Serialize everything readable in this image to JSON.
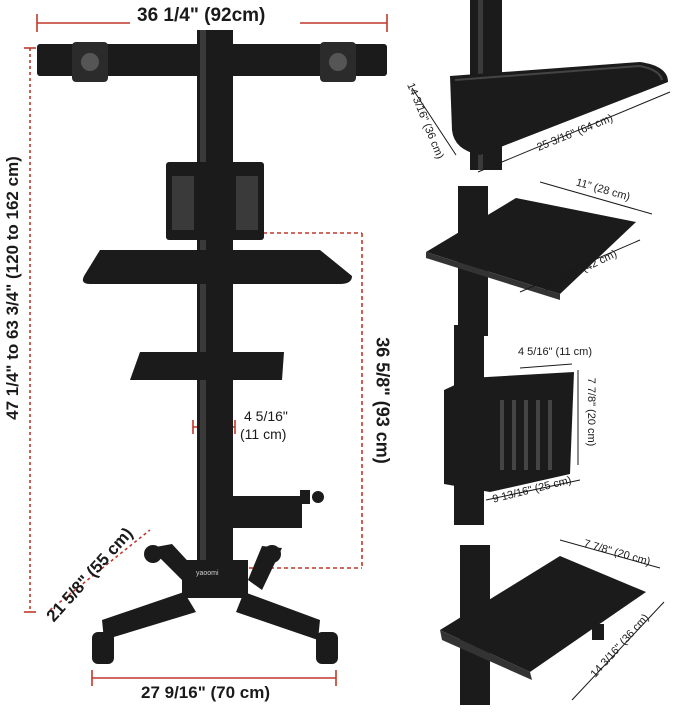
{
  "colors": {
    "dimension_line": "#c0392b",
    "product": "#1b1b1b",
    "product_highlight": "#3a3a3a",
    "background": "#ffffff"
  },
  "main_view": {
    "top_width_label": "36 1/4\" (92cm)",
    "total_height_label": "47 1/4\" to 63 3/4\" (120 to 162 cm)",
    "desk_height_label": "36 5/8\" (93 cm)",
    "pole_width_label_line1": "4 5/16\"",
    "pole_width_label_line2": "(11 cm)",
    "base_depth_label": "21 5/8\" (55 cm)",
    "base_width_label": "27 9/16\" (70 cm)",
    "brand_logo": "yaoomi"
  },
  "detail_views": {
    "keyboard_tray": {
      "depth_label": "14 3/16\" (36 cm)",
      "width_label": "25 3/16\" (64 cm)"
    },
    "shelf": {
      "depth_label": "11\" (28 cm)",
      "width_label": "16 9/16\" (42 cm)"
    },
    "cpu_holder": {
      "width_label": "4 5/16\" (11 cm)",
      "height_label": "7 7/8\" (20 cm)",
      "depth_label": "9 13/16\" (25 cm)"
    },
    "mouse_tray": {
      "width_label": "7 7/8\" (20 cm)",
      "depth_label": "14 3/16\" (36 cm)"
    }
  }
}
